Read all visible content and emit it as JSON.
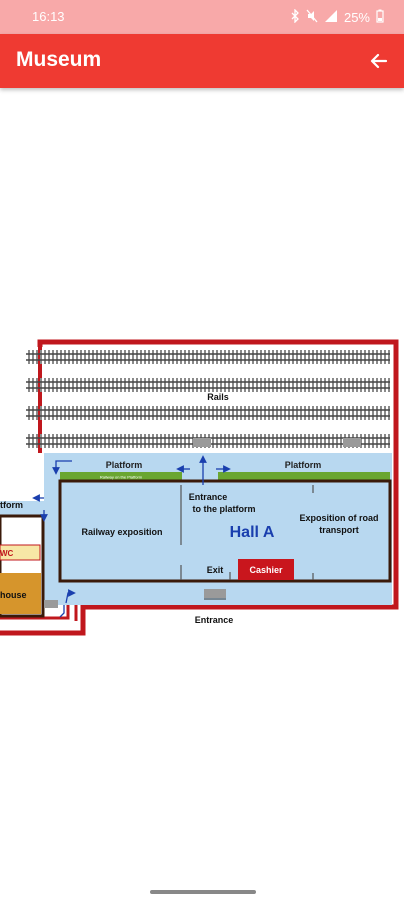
{
  "status_bar": {
    "time": "16:13",
    "battery": "25%",
    "icons": [
      "bluetooth-icon",
      "mute-icon",
      "signal-icon",
      "battery-icon"
    ]
  },
  "app_bar": {
    "title": "Museum",
    "back_icon": "arrow-left-icon"
  },
  "map": {
    "rails_label": "Rails",
    "platform_left_label": "Platform",
    "platform_right_label": "Platform",
    "railway_on_platform_label": "Railway on the Platform",
    "entrance_platform_label_line1": "Entrance",
    "entrance_platform_label_line2": "to the platform",
    "railway_exposition_label": "Railway exposition",
    "hall_label": "Hall A",
    "road_exposition_line1": "Exposition of road",
    "road_exposition_line2": "transport",
    "exit_label": "Exit",
    "cashier_label": "Cashier",
    "entrance_label": "Entrance",
    "left_platform_fragment": "tform",
    "wc_fragment": "WC",
    "house_fragment": "house",
    "colors": {
      "wall_red": "#c0171d",
      "hall_blue": "#b8d8f0",
      "hall_border": "#3a1a0a",
      "green_strip": "#6aa631",
      "cashier_red": "#c9161d",
      "arrow_blue": "#1a3fae",
      "wc_yellow": "#f7e7a6",
      "house_orange": "#d6952c"
    }
  }
}
